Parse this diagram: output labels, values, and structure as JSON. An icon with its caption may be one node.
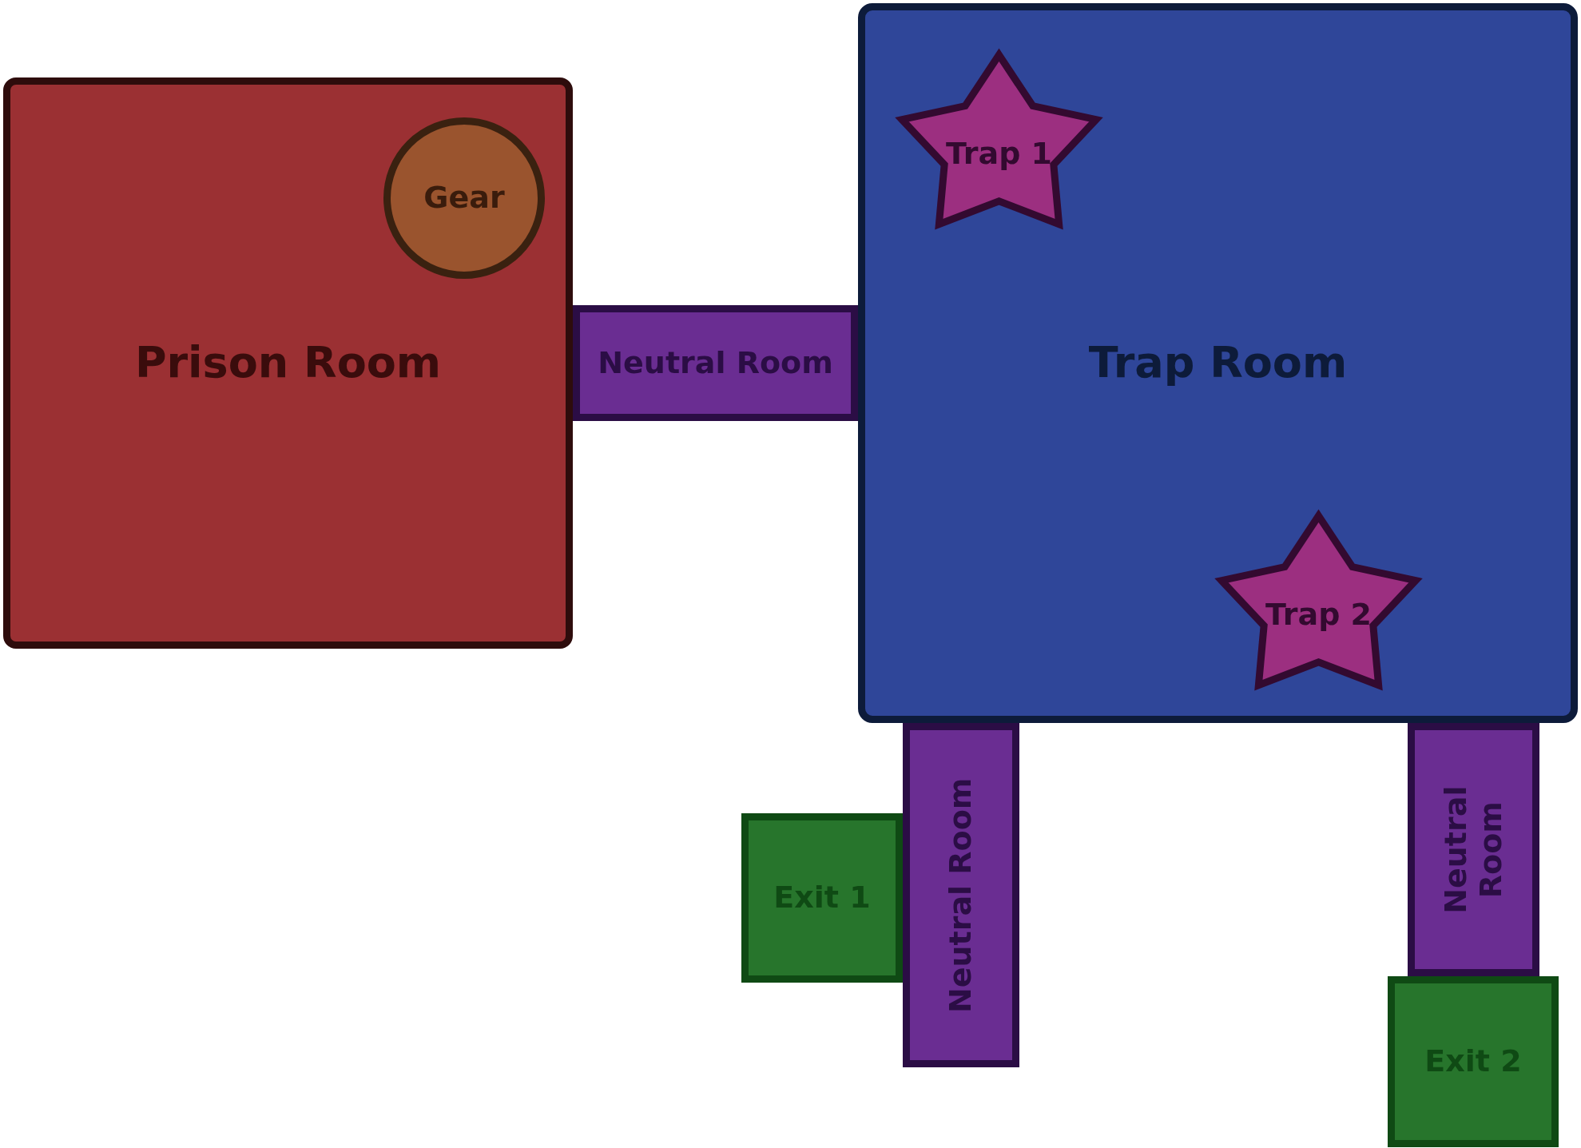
{
  "diagram": {
    "nodes": [
      {
        "text": [
          "Prison Room"
        ]
      },
      {
        "text": [
          "Gear"
        ],
        "in": 0
      },
      {
        "text": [
          "Neutral Room"
        ]
      },
      {
        "text": [
          "Trap Room"
        ]
      },
      {
        "text": [
          "Trap 1"
        ],
        "in": 3
      },
      {
        "text": [
          "Trap 2"
        ],
        "in": 3
      },
      {
        "text": [
          "Exit 1"
        ]
      },
      {
        "text": [
          "Neutral Room"
        ]
      },
      {
        "text": [
          "Neutral Room"
        ]
      },
      {
        "text": [
          "Exit 2"
        ]
      }
    ]
  }
}
